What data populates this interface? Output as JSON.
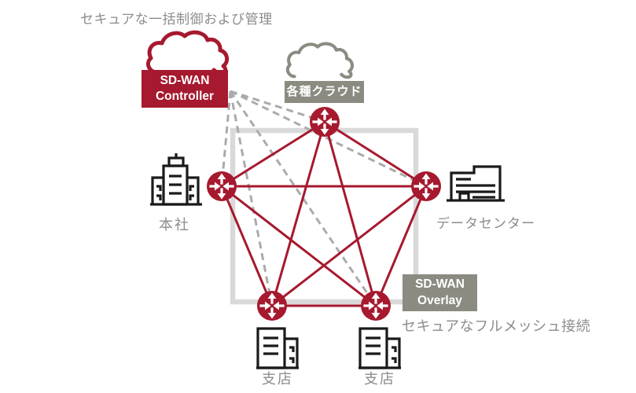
{
  "diagram": {
    "title": "セキュアな一括制御および管理",
    "controller_label": "SD-WAN\nController",
    "cloud_label": "各種クラウド",
    "overlay_label": "SD-WAN\nOverlay",
    "mesh_caption": "セキュアなフルメッシュ接続",
    "sites": {
      "hq": "本社",
      "datacenter": "データセンター",
      "branch1": "支店",
      "branch2": "支店"
    }
  },
  "colors": {
    "brand_red": "#A6192E",
    "box_gray": "#8B8B82",
    "frame_gray": "#D9D9D9",
    "dash_gray": "#ABABAB",
    "label_gray": "#8C8C8C",
    "icon_black": "#1A1A1A"
  }
}
